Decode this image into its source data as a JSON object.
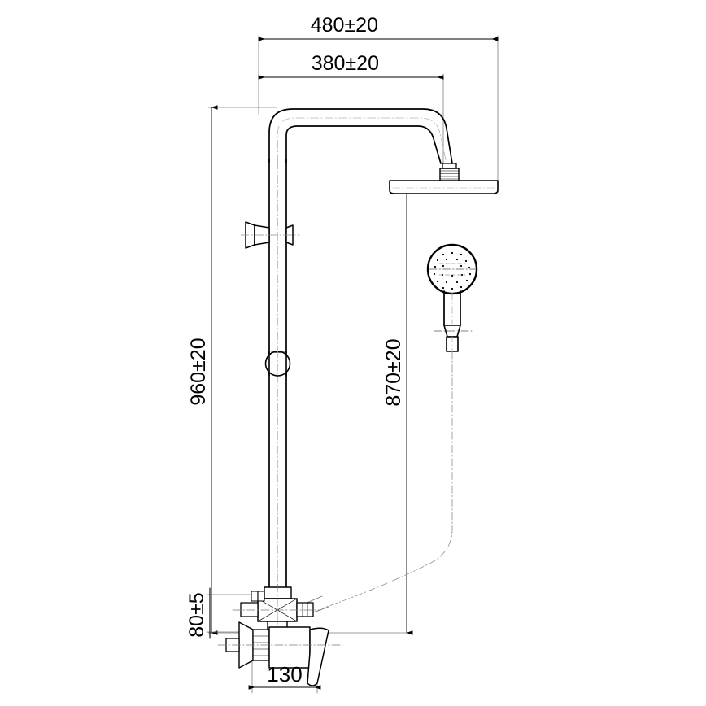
{
  "drawing": {
    "title": "shower-column-technical-drawing",
    "type": "engineering-dimension-drawing",
    "product": "thermostatic shower column with rain head, hand shower and wall mixer",
    "units": "mm",
    "line_color": "#000000",
    "background_color": "#ffffff"
  },
  "dimensions": {
    "overall_arm_reach": {
      "label": "480±20",
      "value": 480,
      "tolerance": 20,
      "orientation": "horizontal",
      "position": "top"
    },
    "rain_head_center_reach": {
      "label": "380±20",
      "value": 380,
      "tolerance": 20,
      "orientation": "horizontal",
      "position": "top"
    },
    "column_height": {
      "label": "960±20",
      "value": 960,
      "tolerance": 20,
      "orientation": "vertical",
      "position": "left"
    },
    "rain_head_height": {
      "label": "870±20",
      "value": 870,
      "tolerance": 20,
      "orientation": "vertical",
      "position": "middle"
    },
    "mixer_to_diverter": {
      "label": "80±5",
      "value": 80,
      "tolerance": 5,
      "orientation": "vertical",
      "position": "lower-left"
    },
    "mixer_body_width": {
      "label": "130",
      "value": 130,
      "tolerance": null,
      "orientation": "horizontal",
      "position": "bottom"
    }
  },
  "components": [
    {
      "name": "rain-shower-head",
      "shape": "flat-disc",
      "note": "round overhead rain shower"
    },
    {
      "name": "shower-arm",
      "shape": "curved-tube",
      "note": "S-bend arm from riser to rain head"
    },
    {
      "name": "riser-pipe",
      "shape": "vertical-tube",
      "note": "main vertical riser"
    },
    {
      "name": "wall-bracket",
      "shape": "flanged-clamp",
      "note": "upper wall fixing bracket"
    },
    {
      "name": "slider-ring",
      "shape": "circle",
      "note": "hand shower holder ring on riser"
    },
    {
      "name": "hand-shower",
      "shape": "round-head-with-handle",
      "note": "round hand shower with perforated face"
    },
    {
      "name": "shower-hose",
      "shape": "flexible-curve",
      "note": "hose from diverter to hand shower"
    },
    {
      "name": "diverter-body",
      "shape": "cross-fitting",
      "note": "diverter / outlet fitting above mixer"
    },
    {
      "name": "wall-mixer",
      "shape": "single-lever-body",
      "note": "single lever wall mounted mixer"
    },
    {
      "name": "wall-flange",
      "shape": "cone-escutcheon",
      "note": "wall inlet escutcheon"
    }
  ]
}
